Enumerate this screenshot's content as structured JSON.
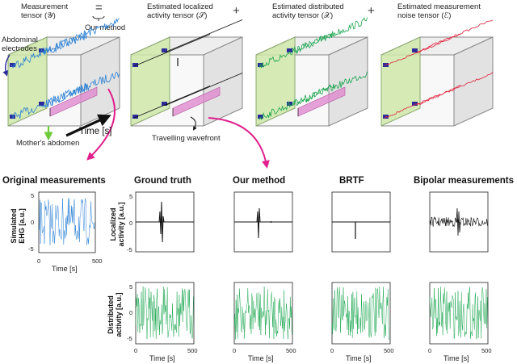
{
  "equation": {
    "measurement": {
      "line1": "Measurement",
      "line2": "tensor (𝒴)"
    },
    "equals": "=",
    "our_method": "Our method",
    "localized": {
      "line1": "Estimated localized",
      "line2": "activity tensor (𝒮)"
    },
    "plus": "+",
    "distributed": {
      "line1": "Estimated distributed",
      "line2": "activity tensor (𝒳)"
    },
    "noise": {
      "line1": "Estimated measurement",
      "line2": "noise tensor (ℰ)"
    }
  },
  "annotations": {
    "electrodes": {
      "line1": "Abdominal",
      "line2": "electrodes"
    },
    "time": "Time [s]",
    "abdomen": "Mother's abdomen",
    "wavefront": "Travelling wavefront"
  },
  "panels": {
    "titles": [
      "Original measurements",
      "Ground truth",
      "Our method",
      "BRTF",
      "Bipolar measurements"
    ],
    "ylabel_ehg": {
      "line1": "Simulated",
      "line2": "EHG [a.u.]"
    },
    "ylabel_loc": {
      "line1": "Localized",
      "line2": "activity [a.u.]"
    },
    "ylabel_dist": {
      "line1": "Distributed",
      "line2": "activity [a.u.]"
    },
    "yticks": [
      "5",
      "0",
      "-5"
    ],
    "xticks": [
      "0",
      "500"
    ],
    "xlabel": "Time [s]"
  },
  "colors": {
    "blue_signal": "#2a7fd4",
    "green_signal": "#1aa64f",
    "red_signal": "#e0203a",
    "pink_arrow": "#e0208c",
    "green_face": "#cfe8a8",
    "pink_bar": "#e08ad0",
    "electrode": "#2b2b9a"
  }
}
